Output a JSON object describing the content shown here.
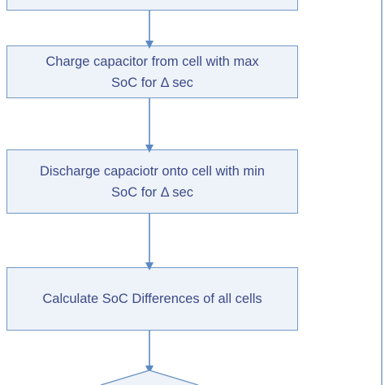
{
  "diagram": {
    "colors": {
      "box_fill": "#eef3fa",
      "box_border": "#6f97c6",
      "text": "#3c4a87",
      "arrow": "#5b8ac4"
    },
    "steps": [
      {
        "lines": [
          "Charge capacitor from cell with max",
          "SoC for Δ sec"
        ]
      },
      {
        "lines": [
          "Discharge capaciotr onto cell with min",
          "SoC for Δ sec"
        ]
      },
      {
        "lines": [
          "Calculate  SoC Differences of all cells"
        ]
      }
    ]
  }
}
